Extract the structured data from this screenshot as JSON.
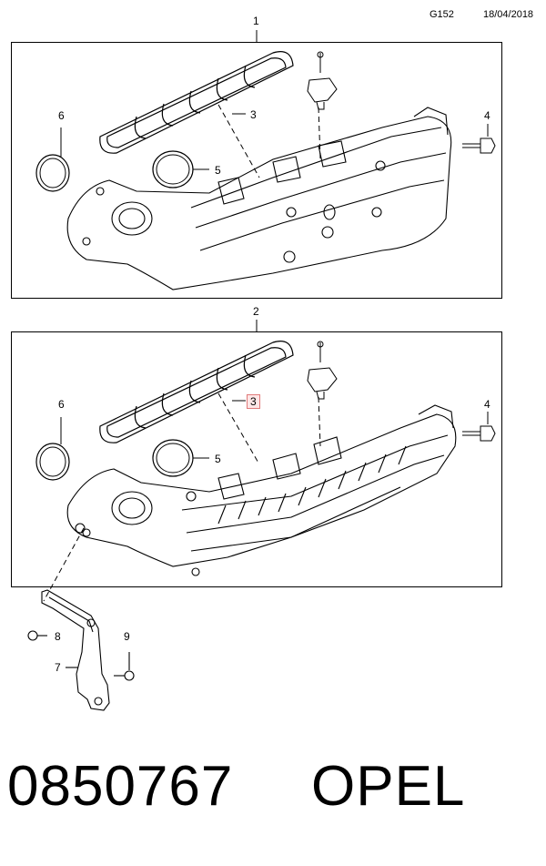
{
  "header": {
    "code": "G152",
    "date": "18/04/2018"
  },
  "panels": [
    {
      "number": "1",
      "callouts": [
        "3",
        "4",
        "5",
        "6"
      ]
    },
    {
      "number": "2",
      "callouts": [
        "3",
        "4",
        "5",
        "6"
      ]
    }
  ],
  "lower_callouts": [
    "7",
    "8",
    "9"
  ],
  "footer": {
    "part_number": "0850767",
    "brand": "OPEL"
  },
  "colors": {
    "highlight_border": "#e07a7a",
    "highlight_fill": "#fde6e6"
  }
}
